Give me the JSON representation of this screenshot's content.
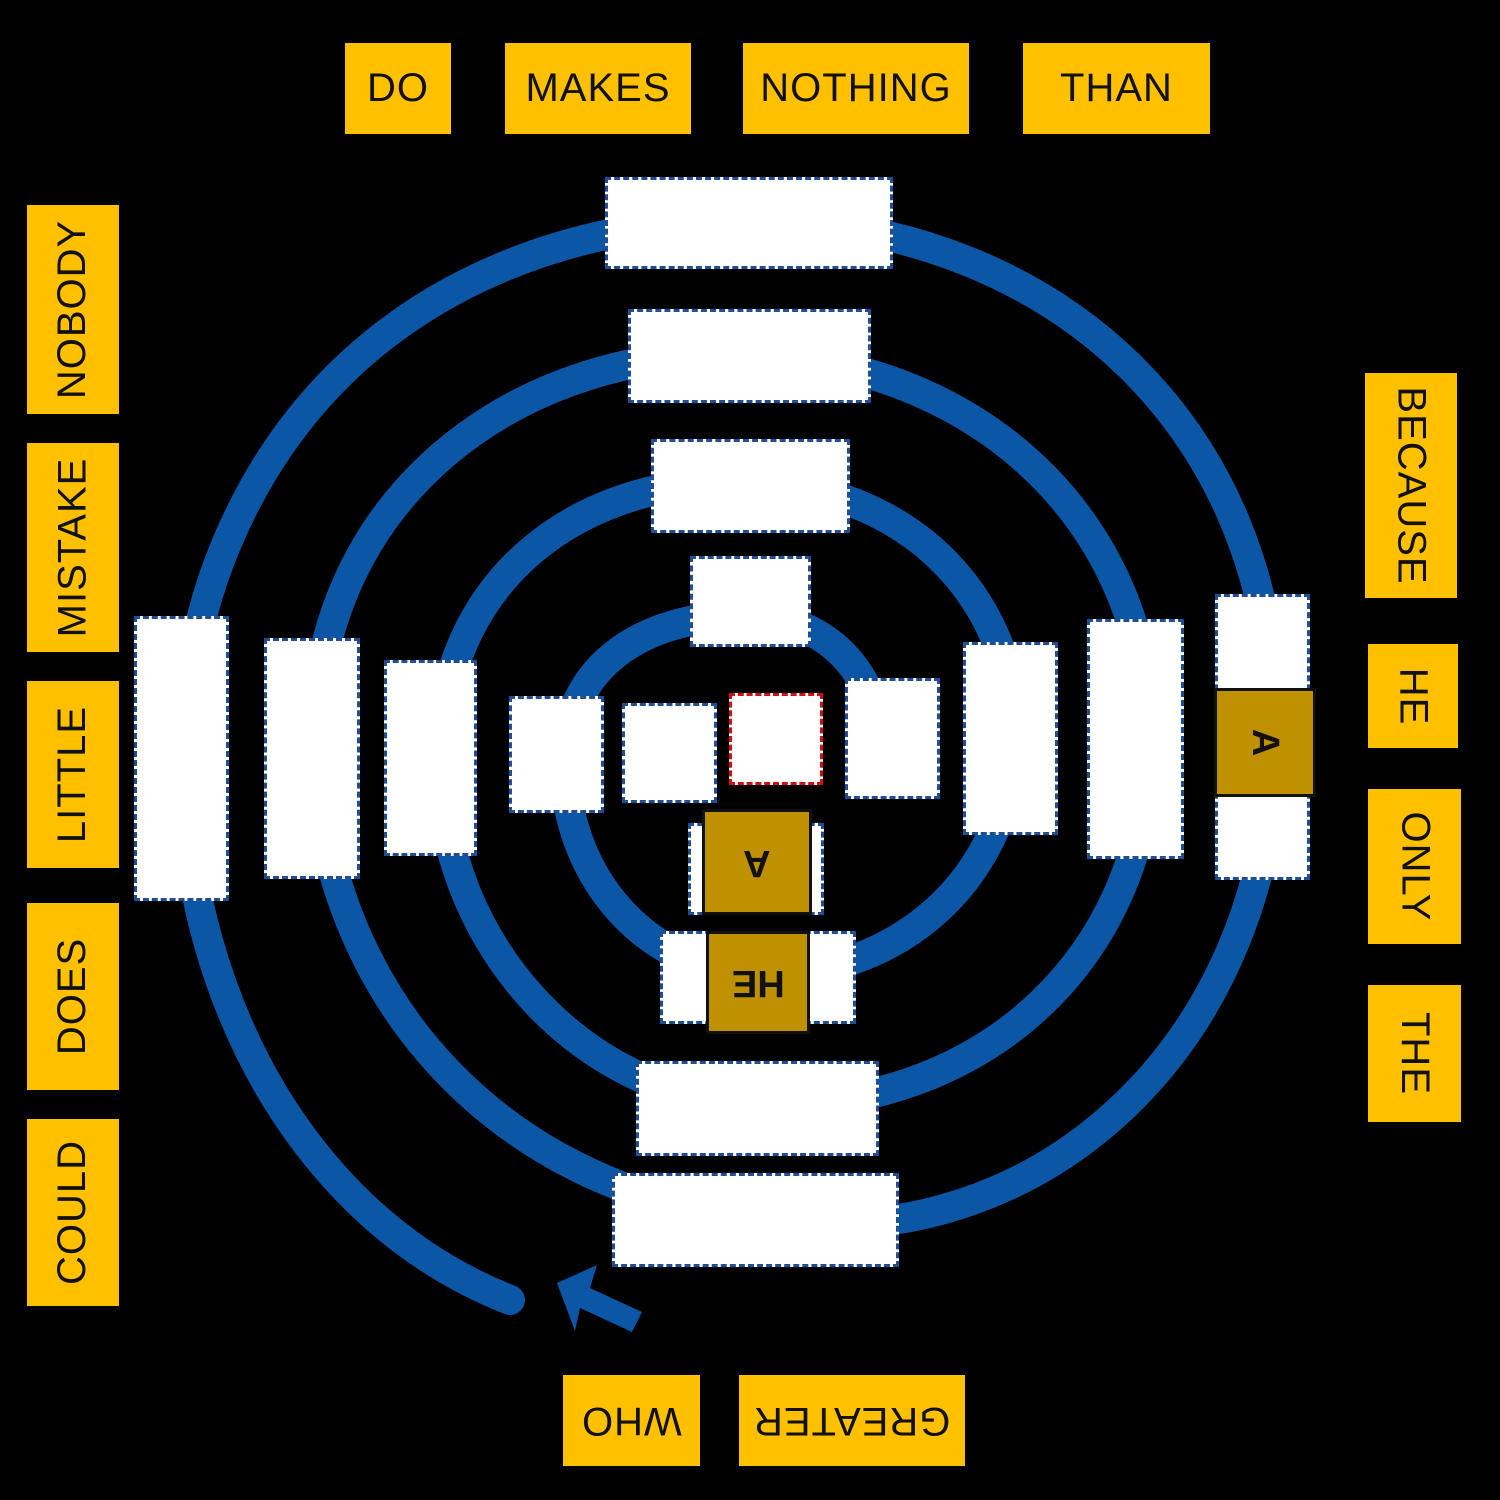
{
  "top_words": [
    "DO",
    "MAKES",
    "NOTHING",
    "THAN"
  ],
  "left_words": [
    "NOBODY",
    "MISTAKE",
    "LITTLE",
    "DOES",
    "COULD"
  ],
  "right_words": [
    "BECAUSE",
    "HE",
    "ONLY",
    "THE"
  ],
  "bottom_words": [
    "WHO",
    "GREATER"
  ],
  "placed_tiles": [
    {
      "word": "A",
      "orientation": "rotated-right"
    },
    {
      "word": "A",
      "orientation": "upside-down"
    },
    {
      "word": "HE",
      "orientation": "upside-down"
    }
  ],
  "colors": {
    "tile": "#ffc000",
    "placed_tile": "#bf9000",
    "spiral": "#0b57a6",
    "slot_border": "#1f4e96",
    "active_slot_border": "#d01010",
    "background": "#000000"
  },
  "icons": {
    "start_arrow": "arrow-up-left-icon"
  }
}
